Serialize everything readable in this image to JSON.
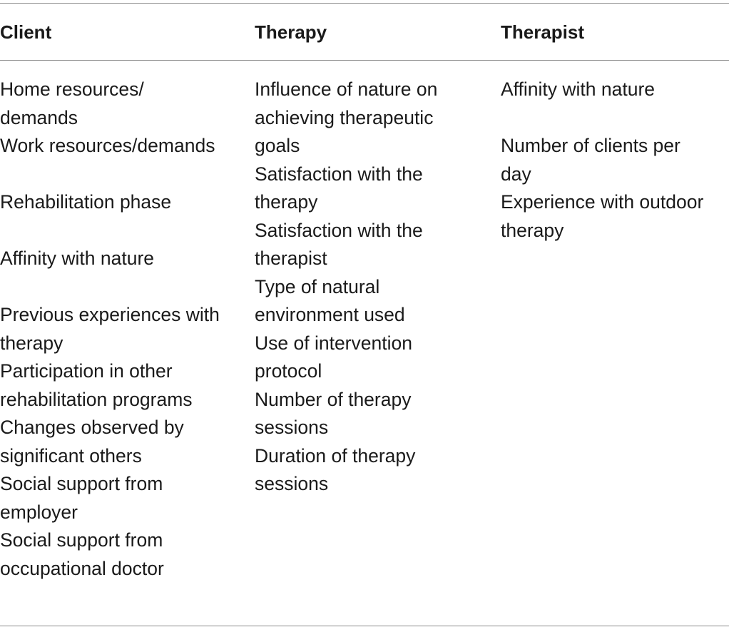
{
  "headers": [
    "Client",
    "Therapy",
    "Therapist"
  ],
  "client": [
    [
      "Home resources/",
      "demands"
    ],
    [
      "Work resources/demands"
    ],
    [
      "Rehabilitation phase"
    ],
    [
      "Affinity with nature"
    ],
    [
      "Previous experiences with",
      "therapy"
    ],
    [
      "Participation in other",
      "rehabilitation programs"
    ],
    [
      "Changes observed by",
      "significant others"
    ],
    [
      "Social support from",
      "employer"
    ],
    [
      "Social support from",
      "occupational doctor"
    ]
  ],
  "therapy": [
    [
      "Influence of nature on",
      "achieving therapeutic",
      "goals"
    ],
    [
      "Satisfaction with the",
      "therapy"
    ],
    [
      "Satisfaction with the",
      "therapist"
    ],
    [
      "Type of natural",
      "environment used"
    ],
    [
      "Use of intervention",
      "protocol"
    ],
    [
      "Number of therapy",
      "sessions"
    ],
    [
      "Duration of therapy",
      "sessions"
    ]
  ],
  "therapist": [
    [
      "Affinity with nature"
    ],
    [
      "Number of clients per",
      "day"
    ],
    [
      "Experience with outdoor",
      "therapy"
    ]
  ]
}
